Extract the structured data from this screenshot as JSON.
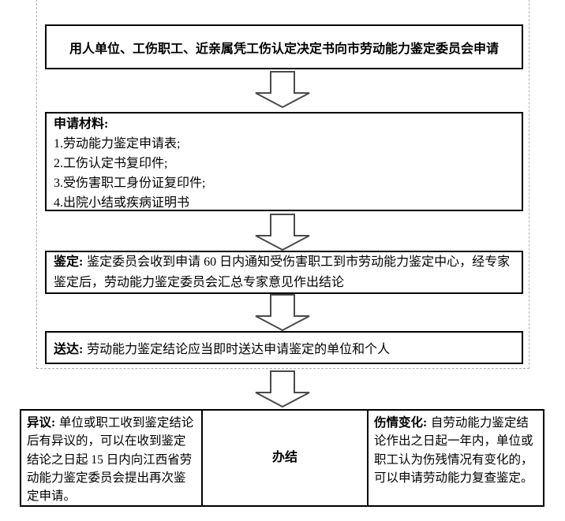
{
  "flow": {
    "step_apply": {
      "text": "用人单位、工伤职工、近亲属凭工伤认定决定书向市劳动能力鉴定委员会申请"
    },
    "step_materials": {
      "label": "申请材料:",
      "items": [
        "1.劳动能力鉴定申请表;",
        "2.工伤认定书复印件;",
        "3.受伤害职工身份证复印件;",
        "4.出院小结或疾病证明书"
      ]
    },
    "step_assess": {
      "label": "鉴定:",
      "text": "鉴定委员会收到申请 60 日内通知受伤害职工到市劳动能力鉴定中心，经专家鉴定后，劳动能力鉴定委员会汇总专家意见作出结论"
    },
    "step_deliver": {
      "label": "送达:",
      "text": "劳动能力鉴定结论应当即时送达申请鉴定的单位和个人"
    },
    "outcomes": {
      "objection": {
        "label": "异议:",
        "text": "单位或职工收到鉴定结论后有异议的，可以在收到鉴定结论之日起 15 日内向江西省劳动能力鉴定委员会提出再次鉴定申请。"
      },
      "complete": {
        "text": "办结"
      },
      "condition_change": {
        "label": "伤情变化:",
        "text": "自劳动能力鉴定结论作出之日起一年内，单位或职工认为伤残情况有变化的，可以申请劳动能力复查鉴定。"
      }
    }
  },
  "icons": {
    "down_arrow": "hollow-down-arrow"
  },
  "colors": {
    "background": "#ffffff",
    "text": "#000000",
    "box_border": "#000000",
    "arrow_outline": "#4a4a4a",
    "dashed_boundary": "#b0b0b0"
  }
}
